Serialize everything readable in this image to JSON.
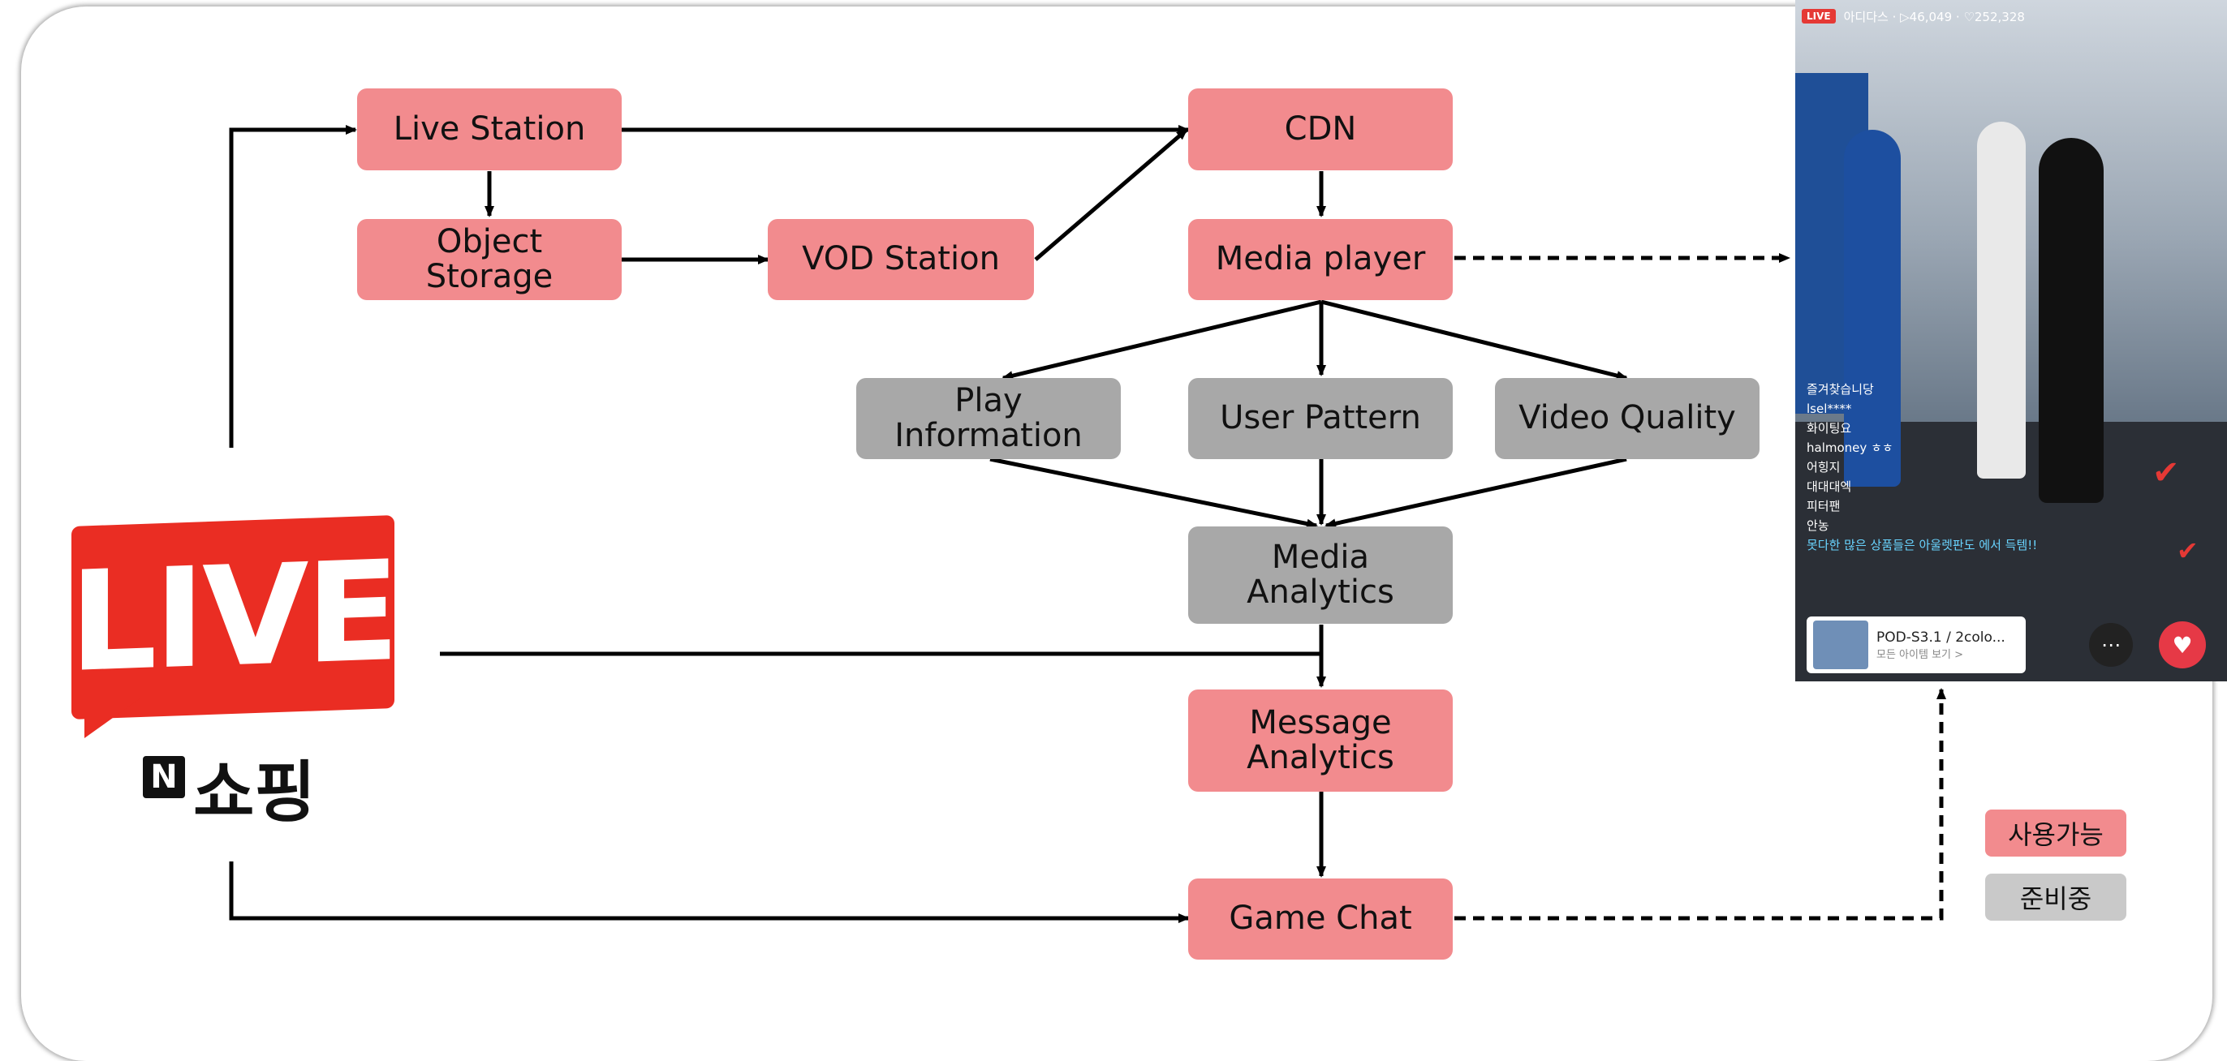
{
  "nodes": {
    "live_station": "Live Station",
    "object_storage": "Object Storage",
    "vod_station": "VOD Station",
    "cdn": "CDN",
    "media_player": "Media player",
    "play_information": "Play Information",
    "user_pattern": "User Pattern",
    "video_quality": "Video Quality",
    "media_analytics": "Media Analytics",
    "message_analytics": "Message Analytics",
    "game_chat": "Game Chat"
  },
  "logo": {
    "live": "LIVE",
    "n": "N",
    "shop": "쇼핑"
  },
  "phone": {
    "live_badge": "LIVE",
    "channel": "아디다스 · ▷46,049 · ♡252,328",
    "chat": [
      {
        "user": "즐겨찾습니당",
        "msg": ""
      },
      {
        "user": "lsel****",
        "msg": "화이팅요"
      },
      {
        "user": "halmoney",
        "msg": "ㅎㅎ"
      },
      {
        "user": "어힝지",
        "msg": "대대대엑"
      },
      {
        "user": "피터팬",
        "msg": "안농"
      }
    ],
    "notice": "못다한 많은 상품들은 아울렛판도 에서 득템!!",
    "product_title": "POD-S3.1 / 2colo...",
    "product_sub": "모든 아이템 보기 >"
  },
  "legend": {
    "available": "사용가능",
    "preparing": "준비중"
  },
  "colors": {
    "available": "#f28b8e",
    "preparing": "#a8a8a8"
  }
}
